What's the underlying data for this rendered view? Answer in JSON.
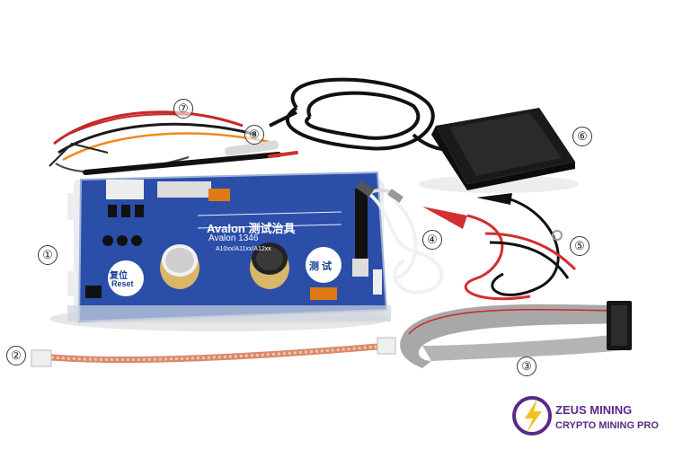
{
  "labels": {
    "item1": "①",
    "item2": "②",
    "item3": "③",
    "item4": "④",
    "item5": "⑤",
    "item6": "⑥",
    "item7": "⑦",
    "item8": "⑧"
  },
  "board": {
    "brand": "Avalon",
    "title_cn": "测试治具",
    "line2": "Avalon 1346",
    "models": "A10xx/A11xx/A12xx",
    "reset_cn": "复位",
    "reset_en": "Reset",
    "test_cn": "测 试"
  },
  "logo": {
    "line1": "ZEUS MINING",
    "line2": "CRYPTO MINING PRO"
  },
  "colors": {
    "board_blue": "#2b4ea8",
    "logo_purple": "#5a2a86",
    "logo_yellow": "#f2c21b"
  }
}
